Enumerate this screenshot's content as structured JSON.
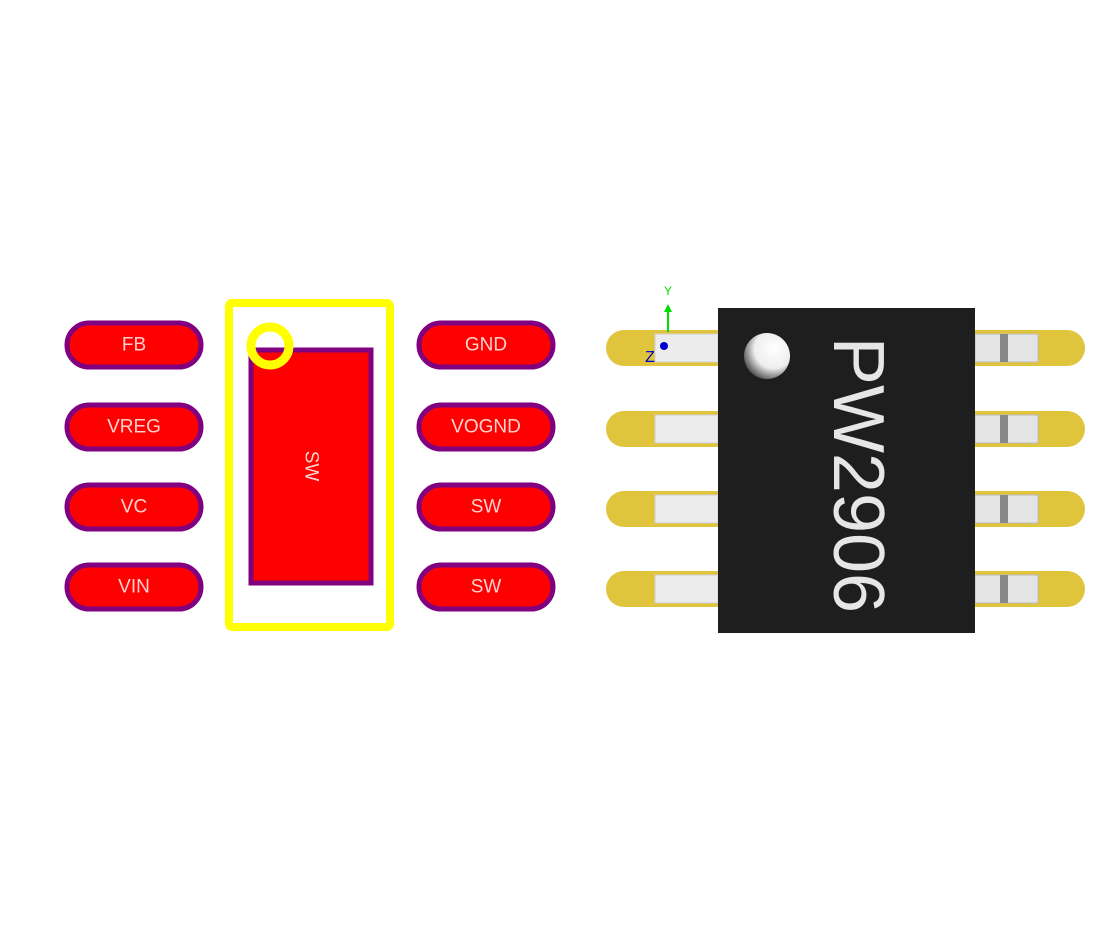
{
  "footprint": {
    "left_pads": [
      "FB",
      "VREG",
      "VC",
      "VIN"
    ],
    "right_pads": [
      "GND",
      "VOGND",
      "SW",
      "SW"
    ],
    "center_pad": "SW"
  },
  "model": {
    "part_label": "PW2906",
    "axis_y": "Y",
    "axis_z": "Z"
  },
  "colors": {
    "pad": "#ff0000",
    "pad_outline": "#800080",
    "silk": "#ffff00",
    "gold": "#dfc43c",
    "body": "#1e1e1e"
  }
}
